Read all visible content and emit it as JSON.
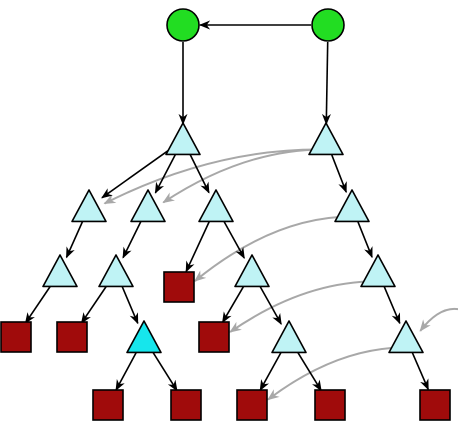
{
  "diagram": {
    "colors": {
      "root": "#22dd22",
      "internal": "#bff3f5",
      "highlight": "#16e6ec",
      "leaf": "#a00b0b",
      "edge": "#000000",
      "link": "#a8a8a8"
    },
    "nodes": [
      {
        "id": "r1",
        "shape": "circle",
        "color": "root"
      },
      {
        "id": "r2",
        "shape": "circle",
        "color": "root"
      },
      {
        "id": "a",
        "shape": "triangle",
        "color": "internal"
      },
      {
        "id": "b",
        "shape": "triangle",
        "color": "internal"
      },
      {
        "id": "a1",
        "shape": "triangle",
        "color": "internal"
      },
      {
        "id": "a2",
        "shape": "triangle",
        "color": "internal"
      },
      {
        "id": "a3",
        "shape": "triangle",
        "color": "internal"
      },
      {
        "id": "b1",
        "shape": "triangle",
        "color": "internal"
      },
      {
        "id": "a1t",
        "shape": "triangle",
        "color": "internal"
      },
      {
        "id": "a2t",
        "shape": "triangle",
        "color": "internal"
      },
      {
        "id": "a3t",
        "shape": "triangle",
        "color": "internal"
      },
      {
        "id": "b2",
        "shape": "triangle",
        "color": "internal"
      },
      {
        "id": "a2h",
        "shape": "triangle",
        "color": "highlight"
      },
      {
        "id": "a3u",
        "shape": "triangle",
        "color": "internal"
      },
      {
        "id": "b3",
        "shape": "triangle",
        "color": "internal"
      },
      {
        "id": "s1",
        "shape": "square",
        "color": "leaf"
      },
      {
        "id": "s2",
        "shape": "square",
        "color": "leaf"
      },
      {
        "id": "s3",
        "shape": "square",
        "color": "leaf"
      },
      {
        "id": "s4",
        "shape": "square",
        "color": "leaf"
      },
      {
        "id": "s5",
        "shape": "square",
        "color": "leaf"
      },
      {
        "id": "s6",
        "shape": "square",
        "color": "leaf"
      },
      {
        "id": "s7",
        "shape": "square",
        "color": "leaf"
      },
      {
        "id": "s8",
        "shape": "square",
        "color": "leaf"
      },
      {
        "id": "s9",
        "shape": "square",
        "color": "leaf"
      }
    ],
    "edges": [
      [
        "r2",
        "r1"
      ],
      [
        "r1",
        "a"
      ],
      [
        "r2",
        "b"
      ],
      [
        "a",
        "a1"
      ],
      [
        "a",
        "a2"
      ],
      [
        "a",
        "a3"
      ],
      [
        "a1",
        "a1t"
      ],
      [
        "a2",
        "a2t"
      ],
      [
        "a3",
        "a3t"
      ],
      [
        "a3",
        "s3"
      ],
      [
        "a1t",
        "s1"
      ],
      [
        "a2t",
        "s2"
      ],
      [
        "a2t",
        "a2h"
      ],
      [
        "a2h",
        "s5"
      ],
      [
        "a2h",
        "s6"
      ],
      [
        "a3t",
        "s4"
      ],
      [
        "a3t",
        "a3u"
      ],
      [
        "a3u",
        "s7"
      ],
      [
        "a3u",
        "s8"
      ],
      [
        "b",
        "b1"
      ],
      [
        "b1",
        "b2"
      ],
      [
        "b2",
        "b3"
      ],
      [
        "b3",
        "s9"
      ]
    ],
    "links": [
      [
        "b",
        "a1"
      ],
      [
        "b",
        "a2"
      ],
      [
        "b1",
        "s3"
      ],
      [
        "b2",
        "s4"
      ],
      [
        "b3",
        "s7"
      ],
      [
        "out",
        "b3"
      ]
    ]
  }
}
